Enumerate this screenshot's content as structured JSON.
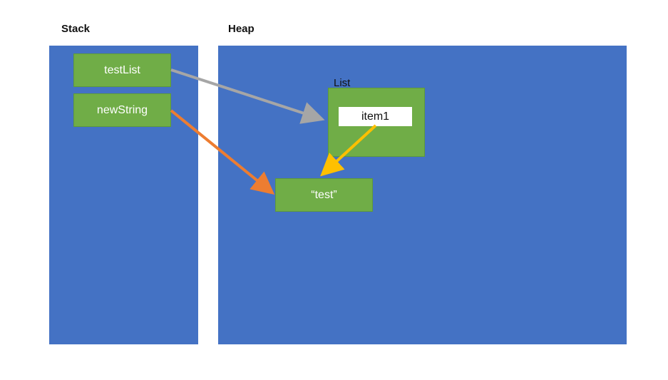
{
  "headings": {
    "stack": "Stack",
    "heap": "Heap"
  },
  "stack": {
    "variables": [
      {
        "label": "testList"
      },
      {
        "label": "newString"
      }
    ]
  },
  "heap": {
    "list": {
      "label": "List",
      "items": [
        {
          "label": "item1"
        }
      ]
    },
    "string_object": {
      "label": "“test”"
    }
  },
  "colors": {
    "region": "#4472c4",
    "node": "#70ad47",
    "arrow_testlist": "#a6a6a6",
    "arrow_newstring": "#ed7d31",
    "arrow_item1": "#ffc000"
  }
}
